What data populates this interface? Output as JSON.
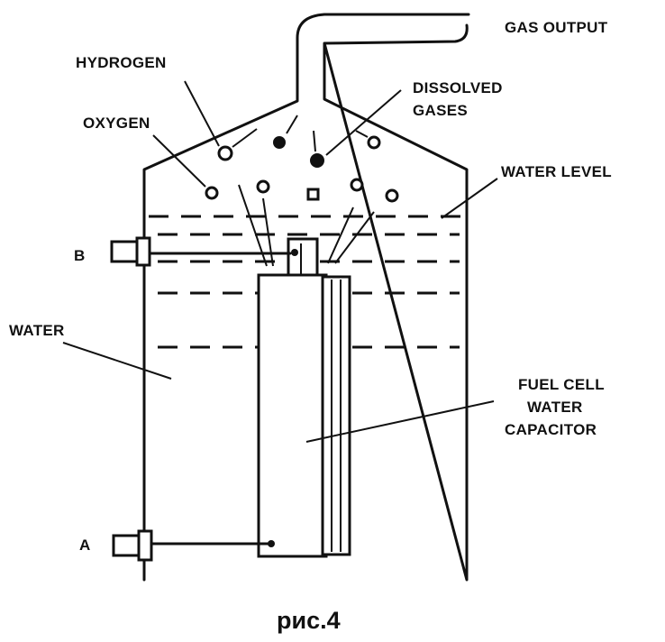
{
  "labels": {
    "gas_output": "GAS OUTPUT",
    "hydrogen": "HYDROGEN",
    "dissolved_1": "DISSOLVED",
    "dissolved_2": "GASES",
    "oxygen": "OXYGEN",
    "water_level": "WATER LEVEL",
    "terminal_b": "B",
    "water": "WATER",
    "fuel_cell_1": "FUEL CELL",
    "fuel_cell_2": "WATER",
    "fuel_cell_3": "CAPACITOR",
    "terminal_a": "A"
  },
  "caption": "рис.4",
  "colors": {
    "ink": "#111111",
    "background": "#ffffff"
  }
}
